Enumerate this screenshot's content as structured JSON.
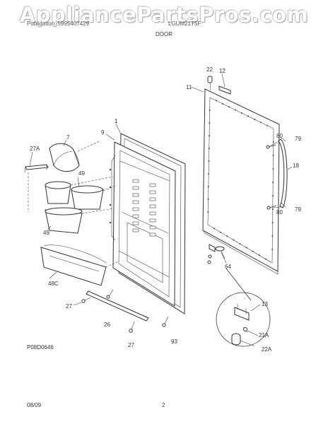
{
  "watermark": "AppliancePartsPros.com",
  "header": {
    "left": "Publication: 5995407429",
    "right": "LGUM21T5F",
    "section": "DOOR"
  },
  "footer": {
    "date": "08/09",
    "page": "2"
  },
  "figure_code": "P08D0646",
  "callouts": {
    "c1": "1",
    "c7": "7",
    "c9": "9",
    "c11": "11",
    "c12": "12",
    "c13": "13",
    "c18": "18",
    "c21a": "21A",
    "c22": "22",
    "c22a": "22A",
    "c26": "26",
    "c27a": "27A",
    "c27_left": "27",
    "c27_bottom": "27",
    "c48c": "48C",
    "c49_upper": "49",
    "c49_lower": "49",
    "c64": "64",
    "c79_upper": "79",
    "c79_lower": "79",
    "c80_upper": "80",
    "c80_lower": "80",
    "c93": "93"
  }
}
